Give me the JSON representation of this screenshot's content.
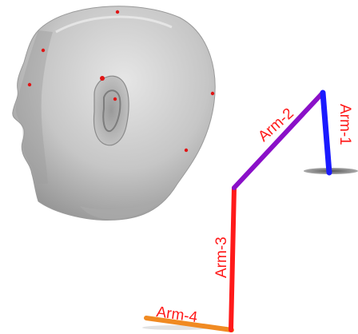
{
  "arms": [
    {
      "id": "arm-1",
      "label": "Arm-1",
      "color": "#1a1aff"
    },
    {
      "id": "arm-2",
      "label": "Arm-2",
      "color": "#8a10c8"
    },
    {
      "id": "arm-3",
      "label": "Arm-3",
      "color": "#ff1a1a"
    },
    {
      "id": "arm-4",
      "label": "Arm-4",
      "color": "#f08a22"
    }
  ],
  "head": {
    "fill": "#c4c4c4",
    "marker_color": "#e01515"
  }
}
